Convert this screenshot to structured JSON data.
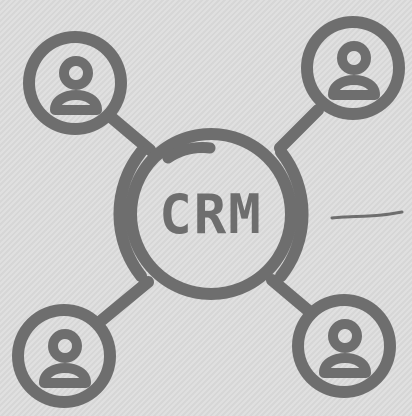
{
  "icon": {
    "center_label": "CRM",
    "stroke_color": "#6e6e6e",
    "background_color": "#dddddd",
    "nodes": [
      {
        "name": "user-node-top-left",
        "icon": "user-icon"
      },
      {
        "name": "user-node-top-right",
        "icon": "user-icon"
      },
      {
        "name": "user-node-bottom-left",
        "icon": "user-icon"
      },
      {
        "name": "user-node-bottom-right",
        "icon": "user-icon"
      }
    ]
  }
}
